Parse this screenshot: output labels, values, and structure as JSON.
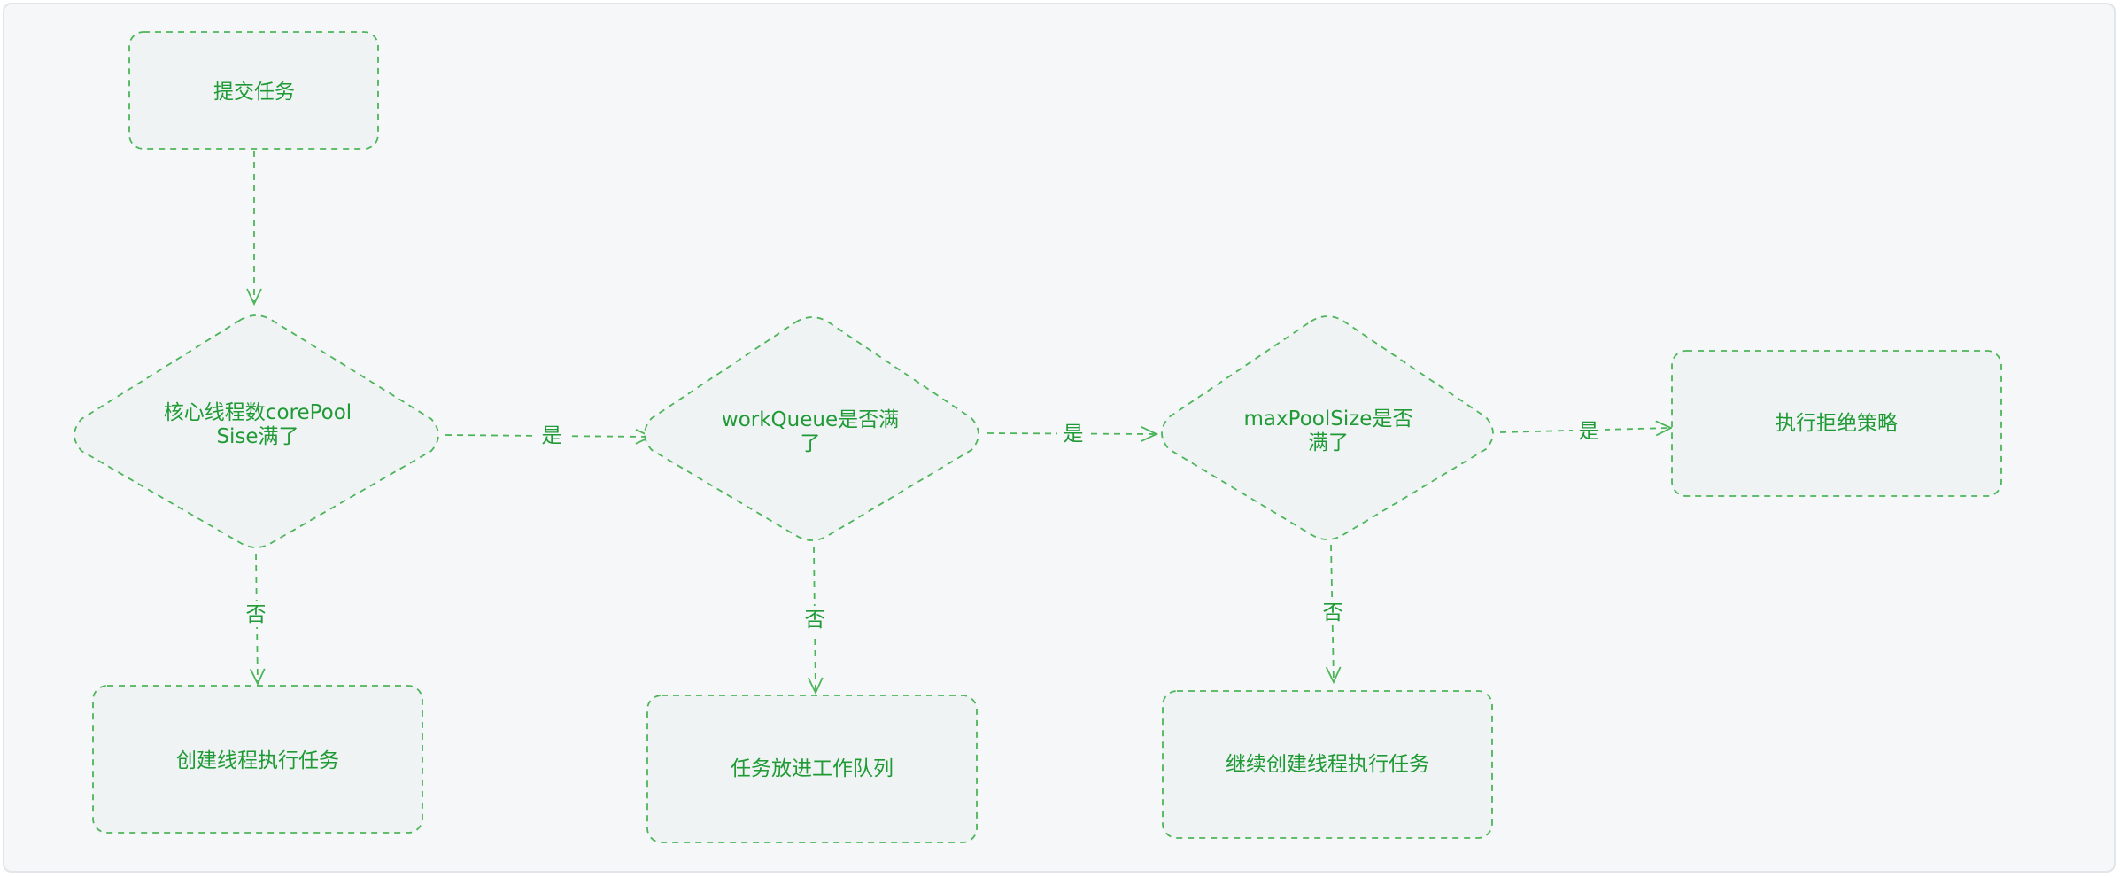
{
  "diagram": {
    "colors": {
      "stroke": "#4db559",
      "text": "#1f9a35",
      "node_fill": "#eff3f4",
      "background": "#f5f7f9"
    },
    "nodes": {
      "submit": {
        "text": "提交任务"
      },
      "core_check": {
        "line1": "核心线程数corePool",
        "line2": "Sise满了"
      },
      "create_thread": {
        "text": "创建线程执行任务"
      },
      "queue_check": {
        "line1": "workQueue是否满",
        "line2": "了"
      },
      "enqueue": {
        "text": "任务放进工作队列"
      },
      "max_check": {
        "line1": "maxPoolSize是否",
        "line2": "满了"
      },
      "continue_create": {
        "text": "继续创建线程执行任务"
      },
      "reject": {
        "text": "执行拒绝策略"
      }
    },
    "edges": {
      "core_yes": "是",
      "core_no": "否",
      "queue_yes": "是",
      "queue_no": "否",
      "max_yes": "是",
      "max_no": "否"
    }
  }
}
